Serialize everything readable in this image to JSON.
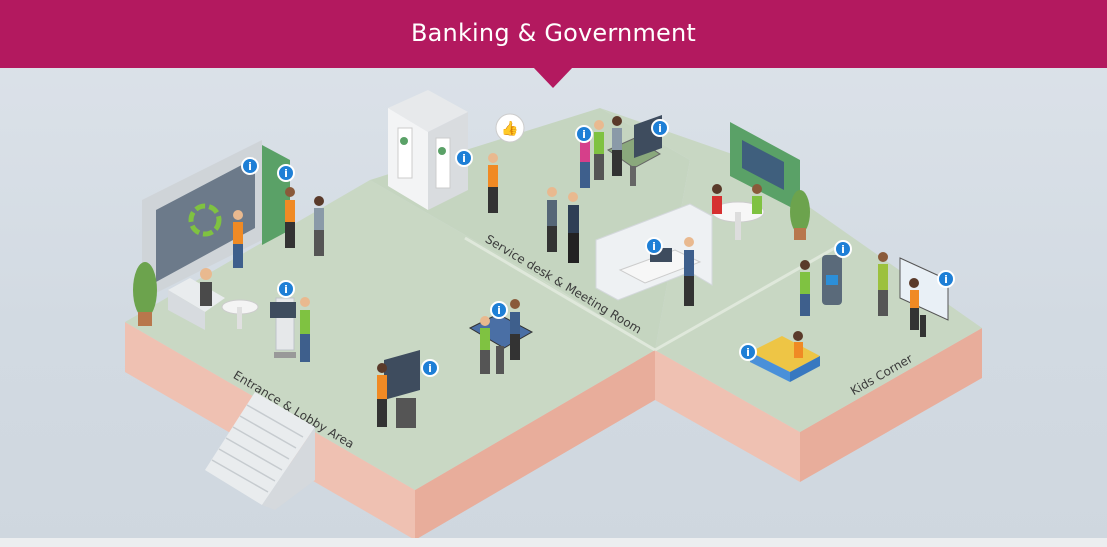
{
  "header": {
    "title": "Banking & Government"
  },
  "zones": [
    {
      "id": "entrance",
      "label": "Entrance & Lobby Area"
    },
    {
      "id": "service",
      "label": "Service desk & Meeting Room"
    },
    {
      "id": "kids",
      "label": "Kids Corner"
    }
  ],
  "info_hotspots": [
    {
      "id": "video-wall",
      "label": "i"
    },
    {
      "id": "atm",
      "label": "i"
    },
    {
      "id": "lobby-kiosk",
      "label": "i"
    },
    {
      "id": "restroom-feedback",
      "label": "i"
    },
    {
      "id": "meeting-table",
      "label": "i"
    },
    {
      "id": "wall-screen",
      "label": "i"
    },
    {
      "id": "desk-monitor",
      "label": "i"
    },
    {
      "id": "robot",
      "label": "i"
    },
    {
      "id": "kids-display",
      "label": "i"
    },
    {
      "id": "multitouch-table",
      "label": "i"
    },
    {
      "id": "podium-kiosk",
      "label": "i"
    },
    {
      "id": "kids-table",
      "label": "i"
    }
  ],
  "colors": {
    "brand": "#b3195f",
    "floor": "#c7d6c2",
    "floor_dark": "#b7c9b1",
    "base_side": "#ebb7a6",
    "base_side_dark": "#e2a693",
    "info_blue": "#1e7fd6"
  }
}
